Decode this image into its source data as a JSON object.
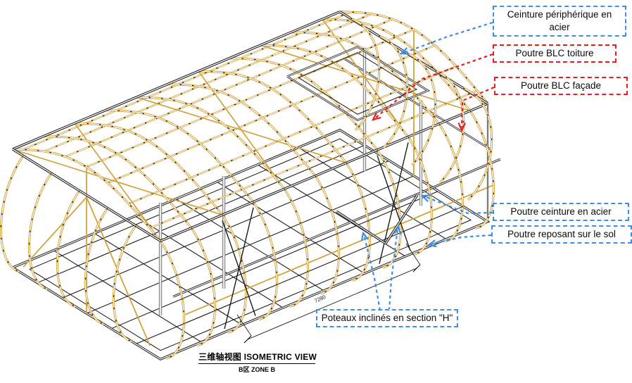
{
  "drawing_title": {
    "zh": "三维轴视图",
    "en": "ISOMETRIC VIEW",
    "sub": "B区 ZONE B"
  },
  "dimension": {
    "value": "7280"
  },
  "callouts": [
    {
      "label": "Ceinture périphérique en acier",
      "color": "blue"
    },
    {
      "label": "Poutre BLC toiture",
      "color": "red"
    },
    {
      "label": "Poutre BLC façade",
      "color": "red"
    },
    {
      "label": "Poutre ceinture en acier",
      "color": "blue"
    },
    {
      "label": "Poutre reposant sur le sol",
      "color": "blue"
    },
    {
      "label": "Poteaux inclinés en section \"H\"",
      "color": "blue"
    }
  ],
  "colors": {
    "annotation_blue": "#3B8FE8",
    "annotation_red": "#EA1C1C",
    "timber": "#D2A23C",
    "steel": "#141414",
    "post_gray": "#8f8f8f",
    "dim_text": "#222222"
  }
}
